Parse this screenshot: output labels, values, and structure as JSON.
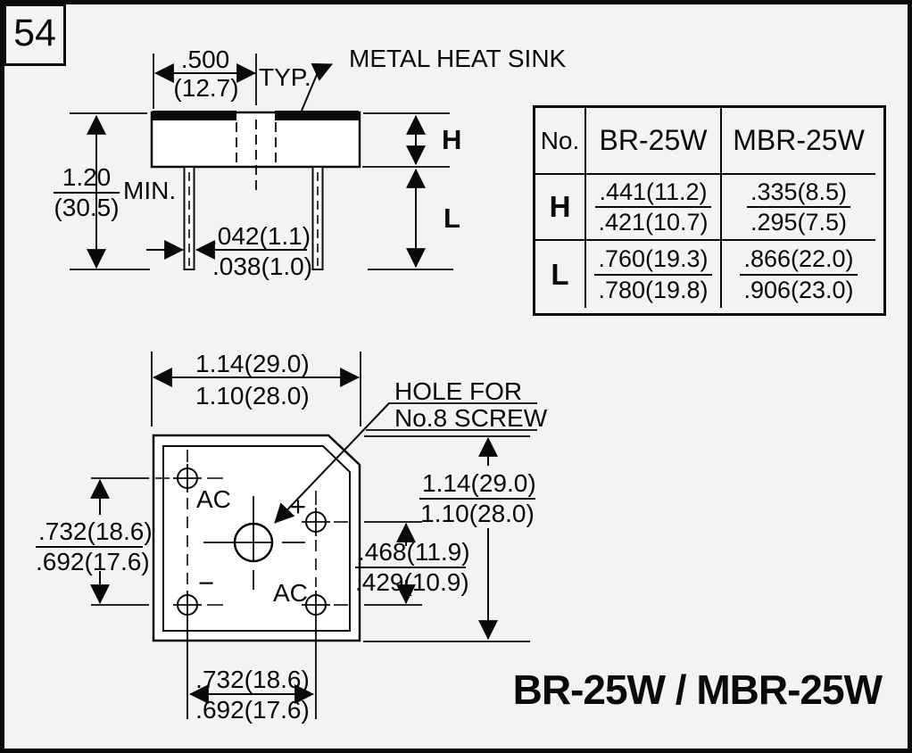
{
  "page": {
    "number": "54",
    "title": "BR-25W / MBR-25W",
    "colors": {
      "background": "#f3f3f3",
      "line": "#0a0a0a"
    }
  },
  "side_view": {
    "heat_sink_label": "METAL HEAT SINK",
    "width_dim": {
      "inches": ".500",
      "mm": "(12.7)",
      "note": "TYP."
    },
    "height_dim": {
      "inches": "1.20",
      "mm": "(30.5)",
      "note": "MIN."
    },
    "lead_dim": {
      "max": ".042(1.1)",
      "min": ".038(1.0)"
    },
    "h_label": "H",
    "l_label": "L"
  },
  "dims_table": {
    "col_headers": [
      "No.",
      "BR-25W",
      "MBR-25W"
    ],
    "rows": [
      {
        "no": "H",
        "br25w_max": ".441(11.2)",
        "br25w_min": ".421(10.7)",
        "mbr25w_max": ".335(8.5)",
        "mbr25w_min": ".295(7.5)"
      },
      {
        "no": "L",
        "br25w_max": ".760(19.3)",
        "br25w_min": ".780(19.8)",
        "mbr25w_max": ".866(22.0)",
        "mbr25w_min": ".906(23.0)"
      }
    ]
  },
  "top_view": {
    "hole_label_line1": "HOLE FOR",
    "hole_label_line2": "No.8 SCREW",
    "width_dim": {
      "max": "1.14(29.0)",
      "min": "1.10(28.0)"
    },
    "height_dim": {
      "max": "1.14(29.0)",
      "min": "1.10(28.0)"
    },
    "pin_span_horizontal": {
      "max": ".732(18.6)",
      "min": ".692(17.6)"
    },
    "pin_span_vertical": {
      "max": ".732(18.6)",
      "min": ".692(17.6)"
    },
    "hole_offset": {
      "max": ".468(11.9)",
      "min": ".429(10.9)"
    },
    "terminals": {
      "ac_top": "AC",
      "ac_bottom": "AC",
      "plus": "+",
      "minus": "−"
    }
  }
}
